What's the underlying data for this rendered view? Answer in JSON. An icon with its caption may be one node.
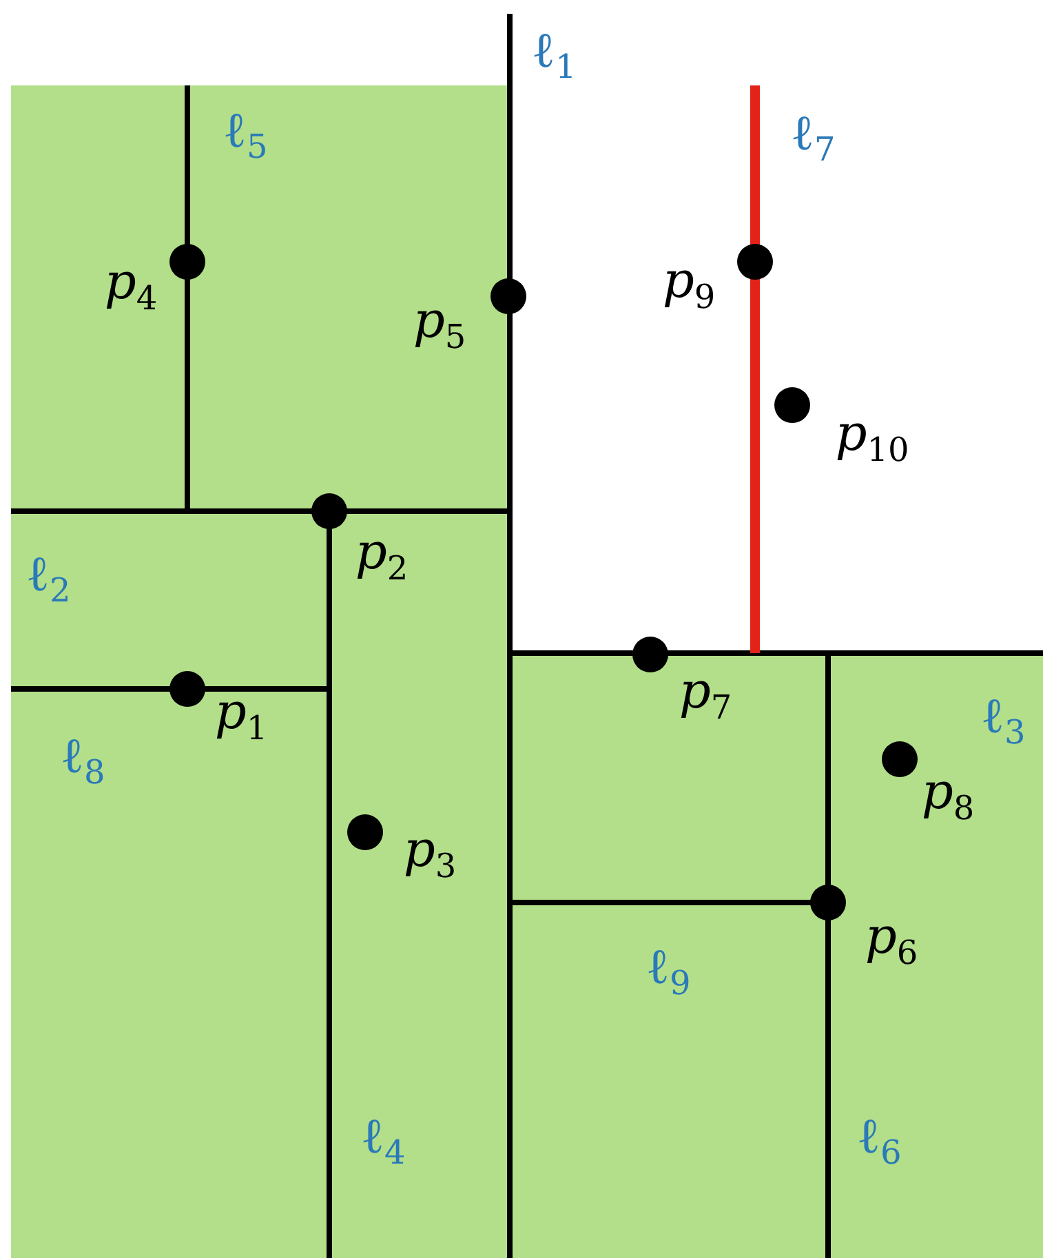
{
  "diagram": {
    "labels": [
      "ℓ$_{1}$",
      "ℓ$_{5}$",
      "ℓ$_{7}$",
      "p$_{4}$",
      "p$_{9}$",
      "p$_{5}$",
      "p$_{10}$",
      "p$_{2}$",
      "ℓ$_{2}$",
      "p$_{7}$",
      "p$_{1}$",
      "ℓ$_{3}$",
      "ℓ$_{8}$",
      "p$_{8}$",
      "p$_{3}$",
      "p$_{6}$",
      "ℓ$_{9}$",
      "ℓ$_{4}$",
      "ℓ$_{6}$"
    ]
  }
}
